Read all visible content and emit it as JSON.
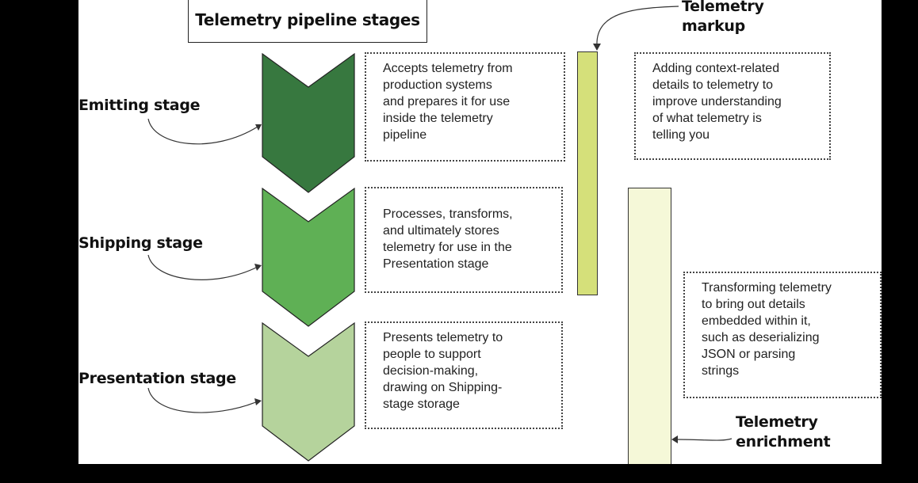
{
  "title": "Telemetry pipeline stages",
  "stages": [
    {
      "label": "Emitting stage",
      "description": "Accepts telemetry from\nproduction systems\nand prepares it for use\ninside the telemetry\npipeline",
      "color": "#37783f"
    },
    {
      "label": "Shipping stage",
      "description": "Processes, transforms,\nand ultimately stores\ntelemetry for use in the\nPresentation stage",
      "color": "#5fb055"
    },
    {
      "label": "Presentation stage",
      "description": "Presents telemetry to\npeople to support\ndecision-making,\ndrawing on Shipping-\nstage storage",
      "color": "#b5d39c"
    }
  ],
  "markup": {
    "label": "Telemetry\nmarkup",
    "description": "Adding context-related\ndetails to telemetry to\nimprove understanding\nof what telemetry is\ntelling you",
    "color": "#d5e07a"
  },
  "enrichment": {
    "label": "Telemetry\nenrichment",
    "description": "Transforming telemetry\nto bring out details\nembedded within it,\nsuch as deserializing\nJSON or parsing\nstrings",
    "color": "#f5f8d8"
  }
}
